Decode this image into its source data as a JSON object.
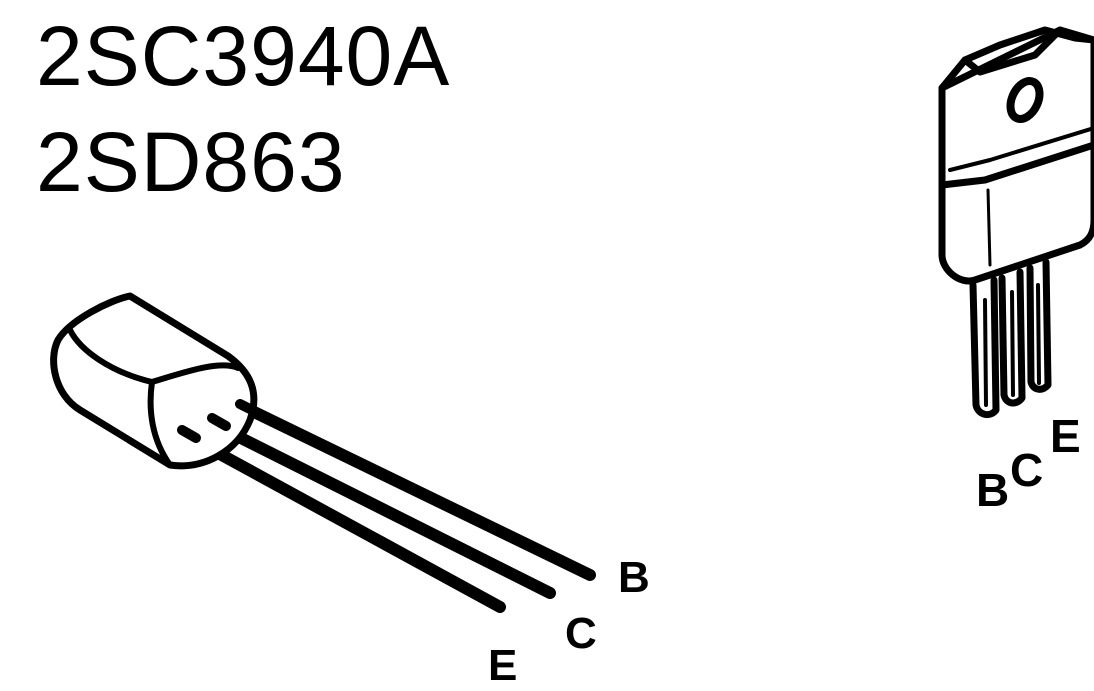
{
  "part_numbers": [
    "2SC3940A",
    "2SD863"
  ],
  "to92_package": {
    "pins": [
      "B",
      "C",
      "E"
    ]
  },
  "to220_package": {
    "pins": [
      "B",
      "C",
      "E"
    ]
  },
  "colors": {
    "ink": "#000000",
    "background": "#ffffff"
  }
}
